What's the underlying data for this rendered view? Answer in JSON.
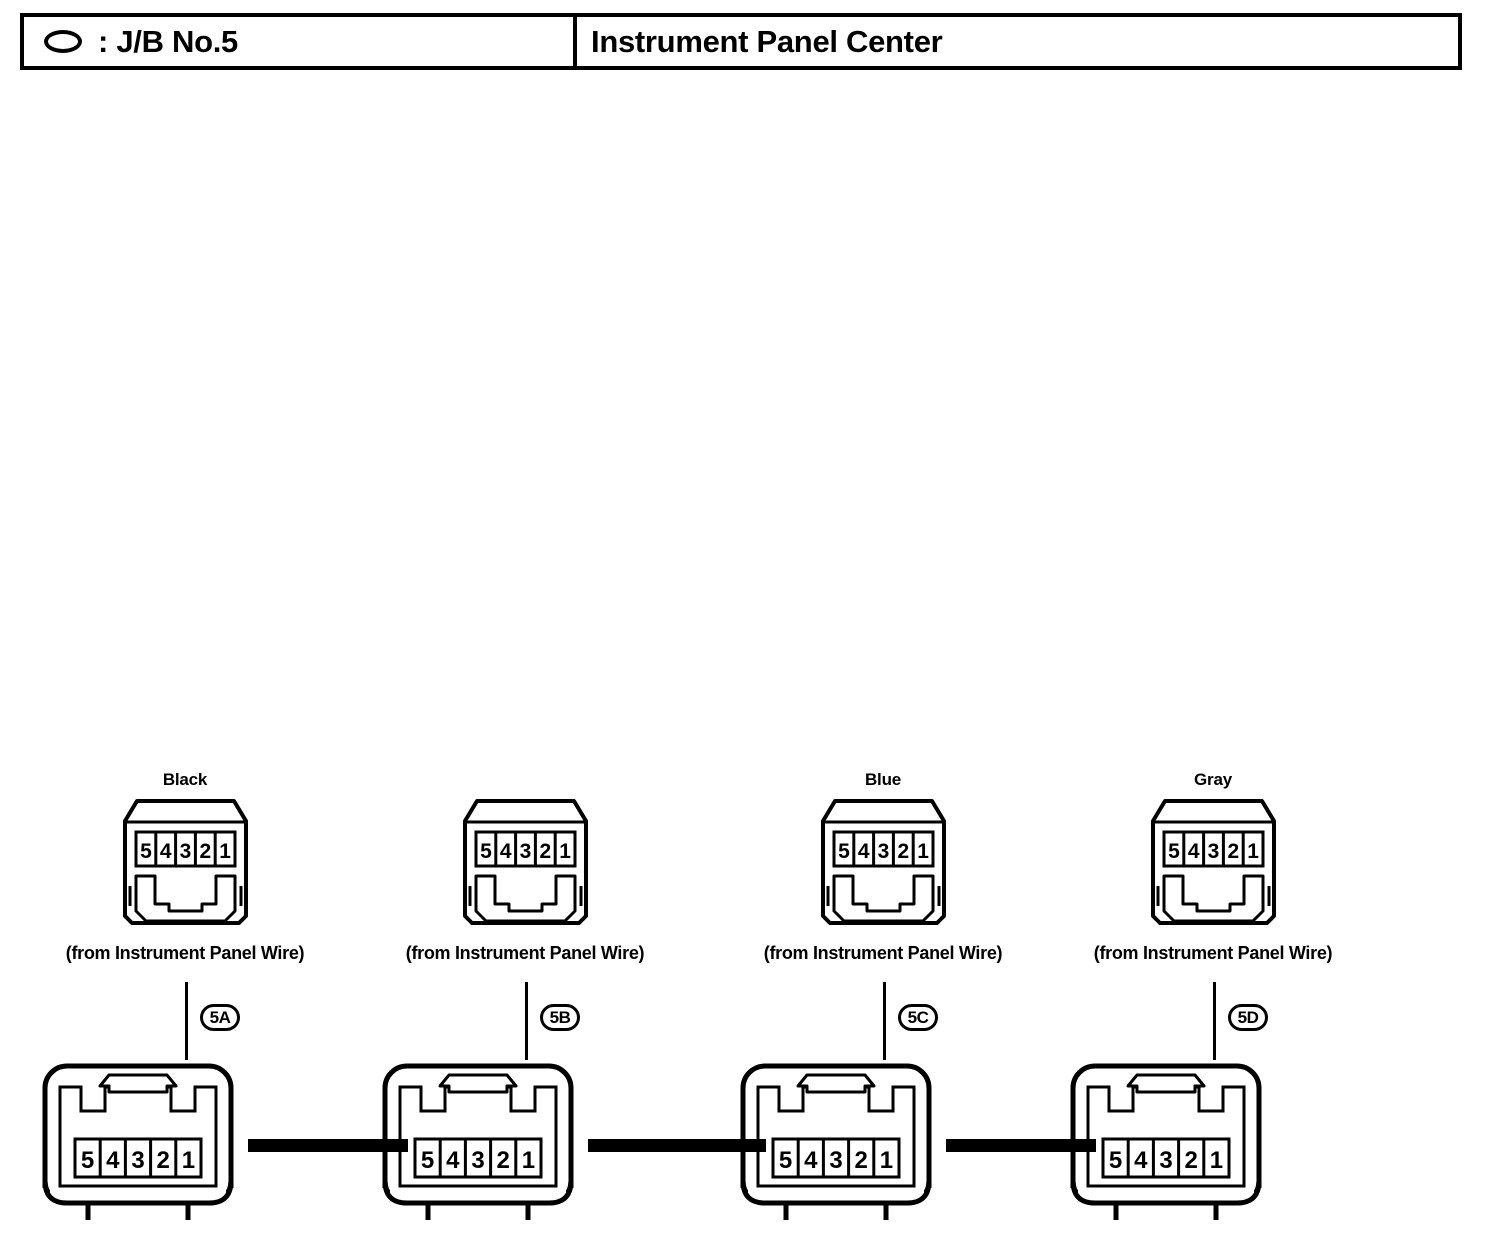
{
  "header": {
    "symbol_icon": "oval-icon",
    "left_label": ": J/B No.5",
    "title": "Instrument Panel Center"
  },
  "diagram": {
    "from_wire_caption": "(from Instrument Panel Wire)",
    "pin_labels": [
      "5",
      "4",
      "3",
      "2",
      "1"
    ],
    "connectors": [
      {
        "id": "5A",
        "color_label": "Black",
        "marker": "5A",
        "from_label": "(from Instrument Panel Wire)",
        "top_pins": [
          "5",
          "4",
          "3",
          "2",
          "1"
        ],
        "bottom_pins": [
          "5",
          "4",
          "3",
          "2",
          "1"
        ]
      },
      {
        "id": "5B",
        "color_label": "",
        "marker": "5B",
        "from_label": "(from Instrument Panel Wire)",
        "top_pins": [
          "5",
          "4",
          "3",
          "2",
          "1"
        ],
        "bottom_pins": [
          "5",
          "4",
          "3",
          "2",
          "1"
        ]
      },
      {
        "id": "5C",
        "color_label": "Blue",
        "marker": "5C",
        "from_label": "(from Instrument Panel Wire)",
        "top_pins": [
          "5",
          "4",
          "3",
          "2",
          "1"
        ],
        "bottom_pins": [
          "5",
          "4",
          "3",
          "2",
          "1"
        ]
      },
      {
        "id": "5D",
        "color_label": "Gray",
        "marker": "5D",
        "from_label": "(from Instrument Panel Wire)",
        "top_pins": [
          "5",
          "4",
          "3",
          "2",
          "1"
        ],
        "bottom_pins": [
          "5",
          "4",
          "3",
          "2",
          "1"
        ]
      }
    ],
    "colors": {
      "line": "#000000",
      "background": "#ffffff"
    }
  }
}
